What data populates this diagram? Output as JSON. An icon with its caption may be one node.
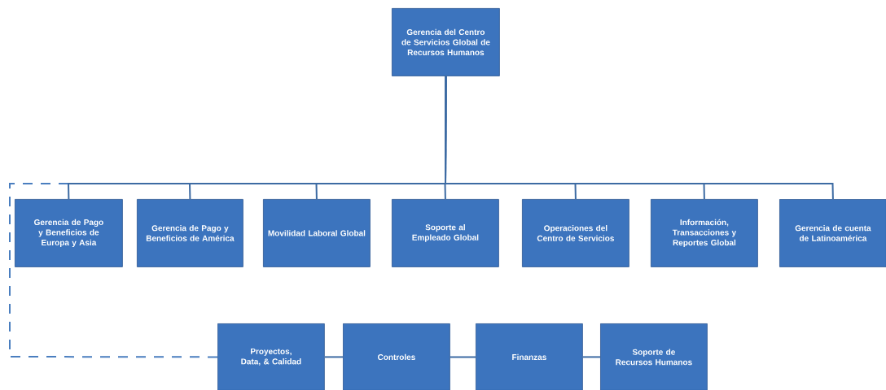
{
  "diagram": {
    "nodes": [
      {
        "text": [
          "Gerencia del Centro de Servicios Global de Recursos Humanos"
        ]
      },
      {
        "text": [
          "Gerencia de Pago y Beneficios de Europa y Asia"
        ]
      },
      {
        "text": [
          "Gerencia de Pago y Beneficios de América"
        ]
      },
      {
        "text": [
          "Movilidad Laboral Global"
        ]
      },
      {
        "text": [
          "Soporte al Empleado Global"
        ]
      },
      {
        "text": [
          "Operaciones del Centro de Servicios"
        ]
      },
      {
        "text": [
          "Información, Transacciones y Reportes Global"
        ]
      },
      {
        "text": [
          "Gerencia de cuenta de Latinoamérica"
        ]
      },
      {
        "text": [
          "Proyectos, Data, & Calidad"
        ]
      },
      {
        "text": [
          "Controles"
        ]
      },
      {
        "text": [
          "Finanzas"
        ]
      },
      {
        "text": [
          "Soporte de Recursos Humanos"
        ]
      }
    ],
    "edges": [
      {
        "from": 0,
        "to": 1,
        "arrow": "none"
      },
      {
        "from": 0,
        "to": 2,
        "arrow": "none"
      },
      {
        "from": 0,
        "to": 3,
        "arrow": "none"
      },
      {
        "from": 0,
        "to": 4,
        "arrow": "none"
      },
      {
        "from": 0,
        "to": 5,
        "arrow": "none"
      },
      {
        "from": 0,
        "to": 6,
        "arrow": "none"
      },
      {
        "from": 0,
        "to": 7,
        "arrow": "none"
      },
      {
        "from": 8,
        "to": 0,
        "arrow": "none",
        "style": "dashed"
      },
      {
        "from": 8,
        "to": 9,
        "arrow": "none"
      },
      {
        "from": 9,
        "to": 10,
        "arrow": "none"
      },
      {
        "from": 10,
        "to": 11,
        "arrow": "none"
      }
    ]
  }
}
